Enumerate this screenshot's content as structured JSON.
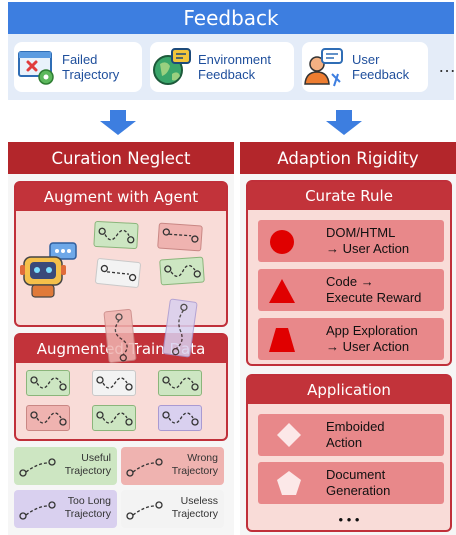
{
  "header": {
    "title": "Feedback"
  },
  "feedback_items": [
    {
      "label_line1": "Failed",
      "label_line2": "Trajectory",
      "icon": "failed-browser-icon"
    },
    {
      "label_line1": "Environment",
      "label_line2": "Feedback",
      "icon": "globe-chat-icon"
    },
    {
      "label_line1": "User",
      "label_line2": "Feedback",
      "icon": "user-chat-icon"
    }
  ],
  "feedback_more": "…",
  "left": {
    "title": "Curation Neglect",
    "augment_title": "Augment with Agent",
    "train_title": "Augmented Train Data",
    "legend": [
      {
        "line1": "Useful",
        "line2": "Trajectory",
        "color": "#cde6c2"
      },
      {
        "line1": "Wrong",
        "line2": "Trajectory",
        "color": "#efb3b0"
      },
      {
        "line1": "Too Long",
        "line2": "Trajectory",
        "color": "#d9d0ef"
      },
      {
        "line1": "Useless",
        "line2": "Trajectory",
        "color": "#f3f3f3"
      }
    ]
  },
  "right": {
    "title": "Adaption Rigidity",
    "rule_title": "Curate Rule",
    "rules": [
      {
        "line1": "DOM/HTML",
        "line2": "→ User Action",
        "icon": "circle-icon"
      },
      {
        "line1": "Code →",
        "line2": "Execute Reward",
        "icon": "triangle-icon"
      },
      {
        "line1": "App Exploration",
        "line2": "→ User Action",
        "icon": "trapezoid-icon"
      }
    ],
    "app_title": "Application",
    "apps": [
      {
        "line1": "Emboided",
        "line2": "Action",
        "icon": "diamond-icon"
      },
      {
        "line1": "Document",
        "line2": "Generation",
        "icon": "pentagon-icon"
      }
    ],
    "app_more": "• • •"
  },
  "colors": {
    "blue": "#3d7ee0",
    "red": "#b3262b",
    "useful": "#cde6c2",
    "wrong": "#efb3b0",
    "toolong": "#d9d0ef",
    "useless": "#f3f3f3"
  }
}
